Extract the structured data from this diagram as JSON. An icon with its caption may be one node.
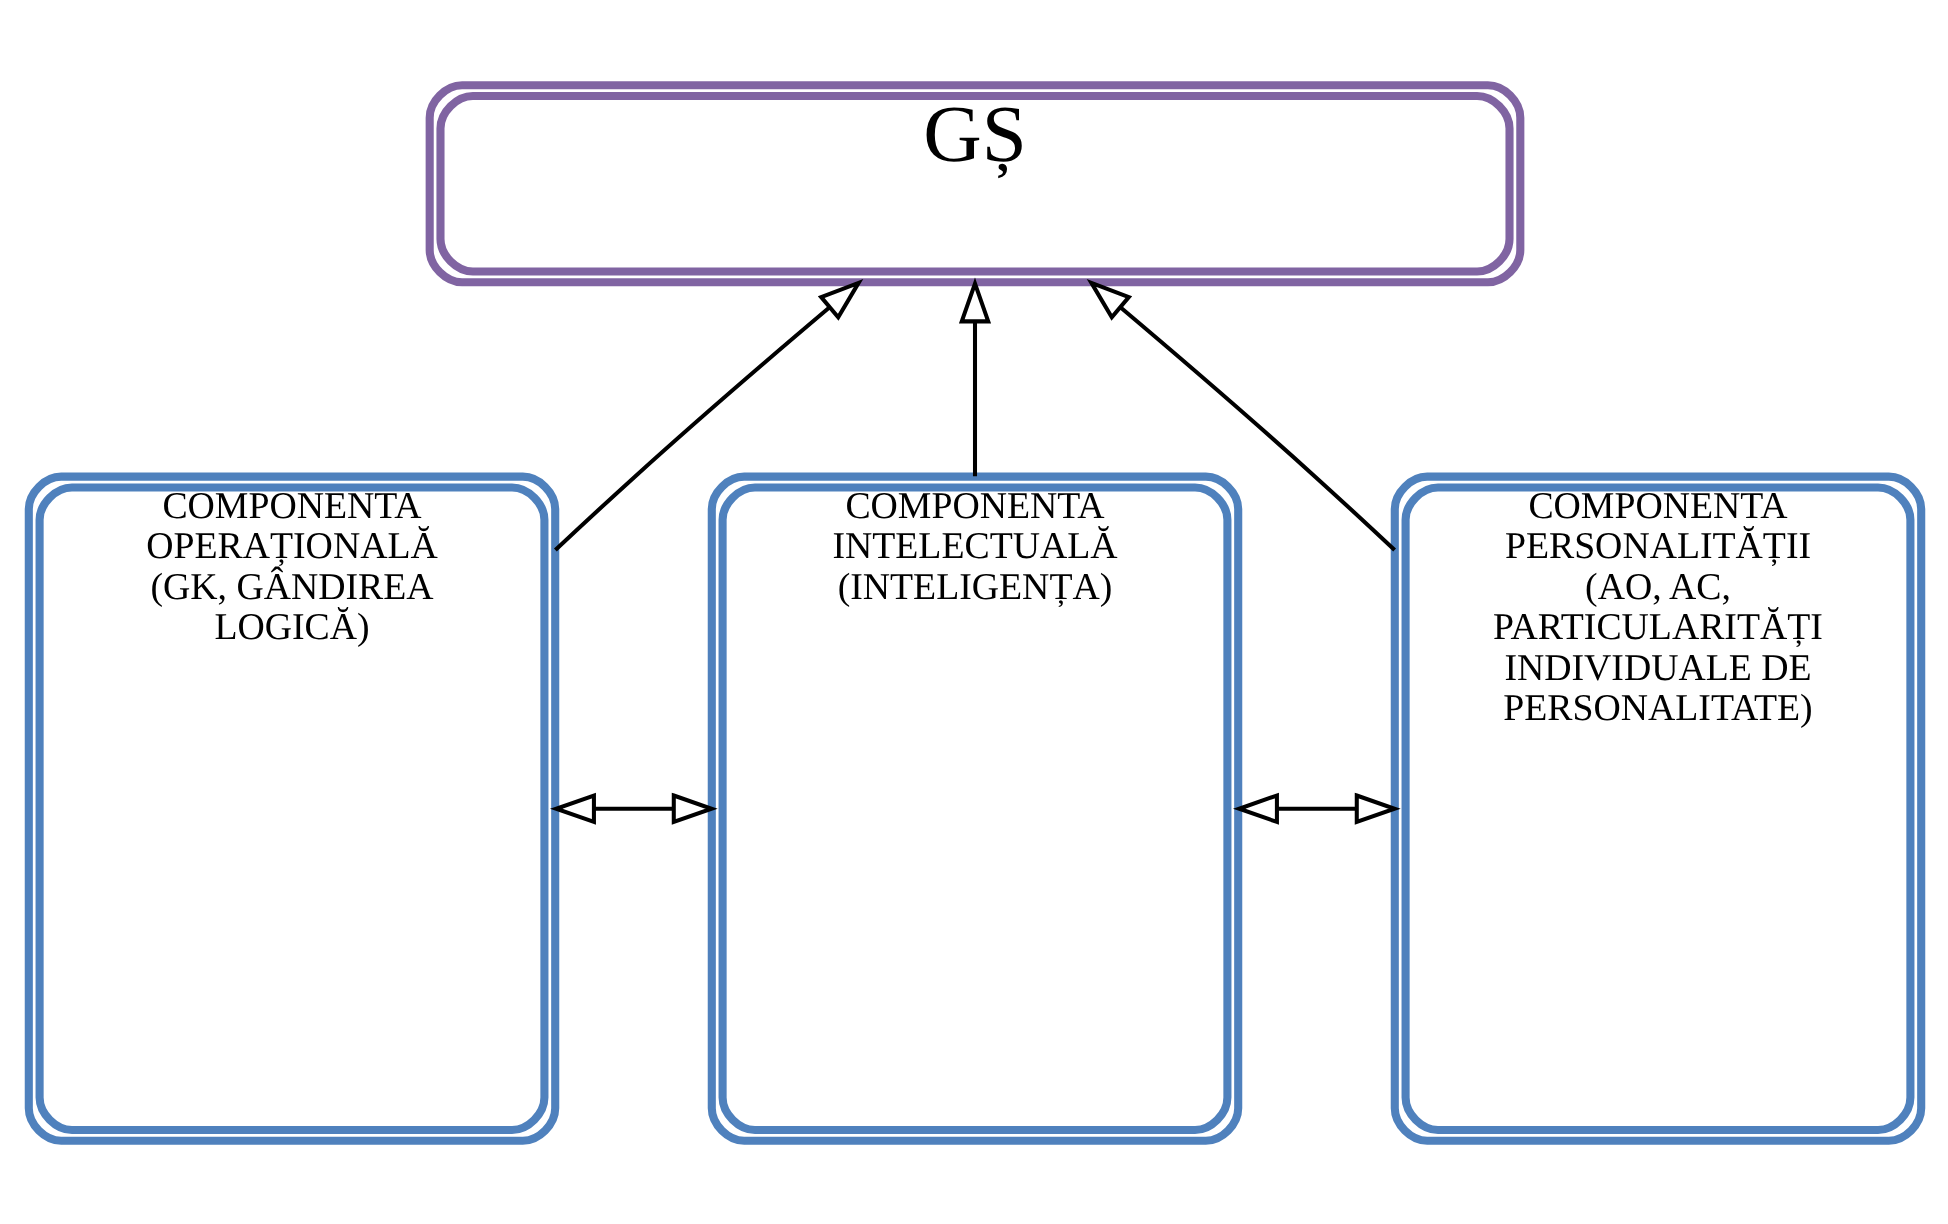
{
  "diagram": {
    "nodes": [
      {
        "text": [
          "GȘ"
        ]
      },
      {
        "text": [
          "COMPONENTA OPERAȚIONALĂ (GK, GÂNDIREA LOGICĂ)"
        ]
      },
      {
        "text": [
          "COMPONENTA INTELECTUALĂ (INTELIGENȚA)"
        ]
      },
      {
        "text": [
          "COMPONENTA PERSONALITĂȚII (AO, AC, PARTICULARITĂȚI INDIVIDUALE DE PERSONALITATE)"
        ]
      }
    ],
    "edges": [
      {
        "from": 1,
        "to": 0,
        "arrow": "to"
      },
      {
        "from": 2,
        "to": 0,
        "arrow": "to"
      },
      {
        "from": 3,
        "to": 0,
        "arrow": "to"
      },
      {
        "from": 1,
        "to": 2,
        "arrow": "both"
      },
      {
        "from": 2,
        "to": 3,
        "arrow": "both"
      }
    ]
  }
}
